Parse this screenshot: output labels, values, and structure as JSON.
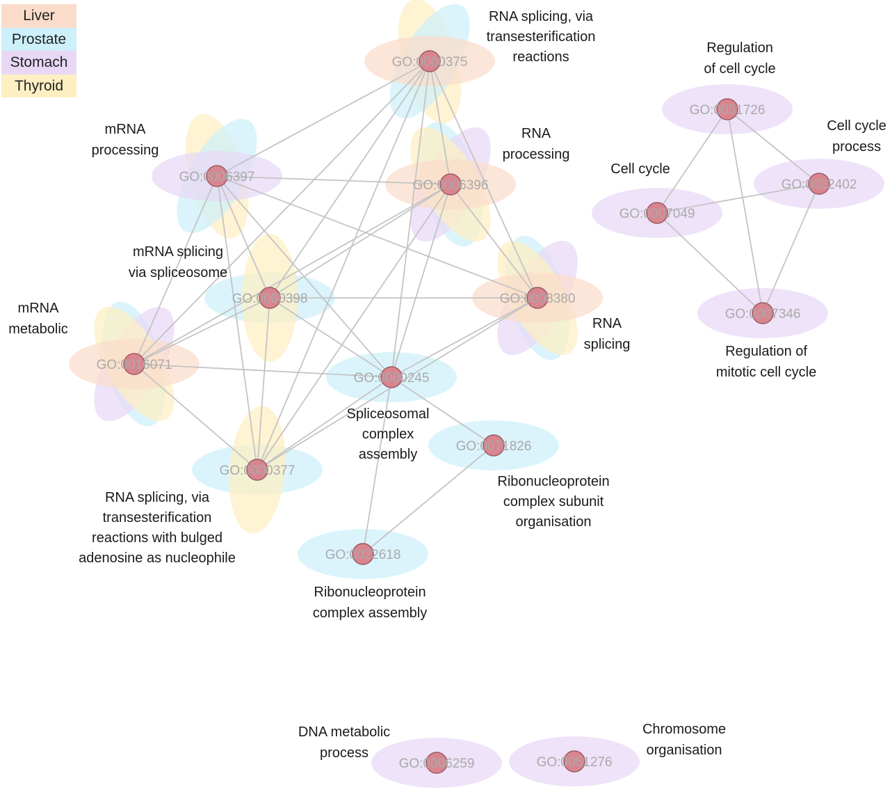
{
  "colors": {
    "Liver": "#fbdccb",
    "Prostate": "#cdf0fa",
    "Stomach": "#e8d8f6",
    "Thyroid": "#fdefc2",
    "node": "#d98590",
    "edge": "#c4c4c4",
    "go_text": "#a9a9a9"
  },
  "legend": [
    {
      "label": "Liver",
      "tissue": "Liver"
    },
    {
      "label": "Prostate",
      "tissue": "Prostate"
    },
    {
      "label": "Stomach",
      "tissue": "Stomach"
    },
    {
      "label": "Thyroid",
      "tissue": "Thyroid"
    }
  ],
  "nodes": [
    {
      "id": "n375",
      "go": "GO:0000375",
      "tissues": [
        "Liver",
        "Prostate",
        "Thyroid"
      ],
      "label_lines": [
        "RNA splicing, via",
        "transesterification",
        "reactions"
      ]
    },
    {
      "id": "n6397",
      "go": "GO:0006397",
      "tissues": [
        "Stomach",
        "Prostate",
        "Thyroid"
      ],
      "label_lines": [
        "mRNA",
        "processing"
      ]
    },
    {
      "id": "n6396",
      "go": "GO:0006396",
      "tissues": [
        "Liver",
        "Prostate",
        "Stomach",
        "Thyroid"
      ],
      "label_lines": [
        "RNA",
        "processing"
      ]
    },
    {
      "id": "n398",
      "go": "GO:0000398",
      "tissues": [
        "Prostate",
        "Thyroid"
      ],
      "label_lines": [
        "mRNA splicing",
        "via spliceosome"
      ]
    },
    {
      "id": "n8380",
      "go": "GO:0008380",
      "tissues": [
        "Liver",
        "Prostate",
        "Stomach",
        "Thyroid"
      ],
      "label_lines": [
        "RNA",
        "splicing"
      ]
    },
    {
      "id": "n16071",
      "go": "GO:0016071",
      "tissues": [
        "Liver",
        "Prostate",
        "Stomach",
        "Thyroid"
      ],
      "label_lines": [
        "mRNA",
        "metabolic"
      ]
    },
    {
      "id": "n245",
      "go": "GO:0000245",
      "tissues": [
        "Prostate"
      ],
      "label_lines": [
        "Spliceosomal",
        "complex",
        "assembly"
      ]
    },
    {
      "id": "n377",
      "go": "GO:0000377",
      "tissues": [
        "Prostate",
        "Thyroid"
      ],
      "label_lines": [
        "RNA splicing, via",
        "transesterification",
        "reactions with bulged",
        "adenosine as nucleophile"
      ]
    },
    {
      "id": "n71826",
      "go": "GO:0071826",
      "tissues": [
        "Prostate"
      ],
      "label_lines": [
        "Ribonucleoprotein",
        "complex subunit",
        "organisation"
      ]
    },
    {
      "id": "n22618",
      "go": "GO:0022618",
      "tissues": [
        "Prostate"
      ],
      "label_lines": [
        "Ribonucleoprotein",
        "complex assembly"
      ]
    },
    {
      "id": "n51726",
      "go": "GO:0051726",
      "tissues": [
        "Stomach"
      ],
      "label_lines": [
        "Regulation",
        "of cell cycle"
      ]
    },
    {
      "id": "n22402",
      "go": "GO:0022402",
      "tissues": [
        "Stomach"
      ],
      "label_lines": [
        "Cell cycle",
        "process"
      ]
    },
    {
      "id": "n7049",
      "go": "GO:0007049",
      "tissues": [
        "Stomach"
      ],
      "label_lines": [
        "Cell cycle"
      ]
    },
    {
      "id": "n7346",
      "go": "GO:0007346",
      "tissues": [
        "Stomach"
      ],
      "label_lines": [
        "Regulation of",
        "mitotic cell cycle"
      ]
    },
    {
      "id": "n6259",
      "go": "GO:0006259",
      "tissues": [
        "Stomach"
      ],
      "label_lines": [
        "DNA metabolic",
        "process"
      ]
    },
    {
      "id": "n51276",
      "go": "GO:0051276",
      "tissues": [
        "Stomach"
      ],
      "label_lines": [
        "Chromosome",
        "organisation"
      ]
    }
  ],
  "edges": [
    [
      "n375",
      "n6397"
    ],
    [
      "n375",
      "n6396"
    ],
    [
      "n375",
      "n8380"
    ],
    [
      "n375",
      "n398"
    ],
    [
      "n375",
      "n16071"
    ],
    [
      "n375",
      "n245"
    ],
    [
      "n375",
      "n377"
    ],
    [
      "n6397",
      "n6396"
    ],
    [
      "n6397",
      "n8380"
    ],
    [
      "n6397",
      "n398"
    ],
    [
      "n6397",
      "n16071"
    ],
    [
      "n6397",
      "n245"
    ],
    [
      "n6397",
      "n377"
    ],
    [
      "n6396",
      "n8380"
    ],
    [
      "n6396",
      "n398"
    ],
    [
      "n6396",
      "n16071"
    ],
    [
      "n6396",
      "n245"
    ],
    [
      "n6396",
      "n377"
    ],
    [
      "n398",
      "n8380"
    ],
    [
      "n398",
      "n16071"
    ],
    [
      "n398",
      "n245"
    ],
    [
      "n398",
      "n377"
    ],
    [
      "n8380",
      "n245"
    ],
    [
      "n8380",
      "n377"
    ],
    [
      "n16071",
      "n245"
    ],
    [
      "n16071",
      "n377"
    ],
    [
      "n245",
      "n377"
    ],
    [
      "n245",
      "n71826"
    ],
    [
      "n245",
      "n22618"
    ],
    [
      "n71826",
      "n22618"
    ],
    [
      "n51726",
      "n7049"
    ],
    [
      "n51726",
      "n22402"
    ],
    [
      "n51726",
      "n7346"
    ],
    [
      "n7049",
      "n22402"
    ],
    [
      "n7049",
      "n7346"
    ],
    [
      "n22402",
      "n7346"
    ]
  ]
}
